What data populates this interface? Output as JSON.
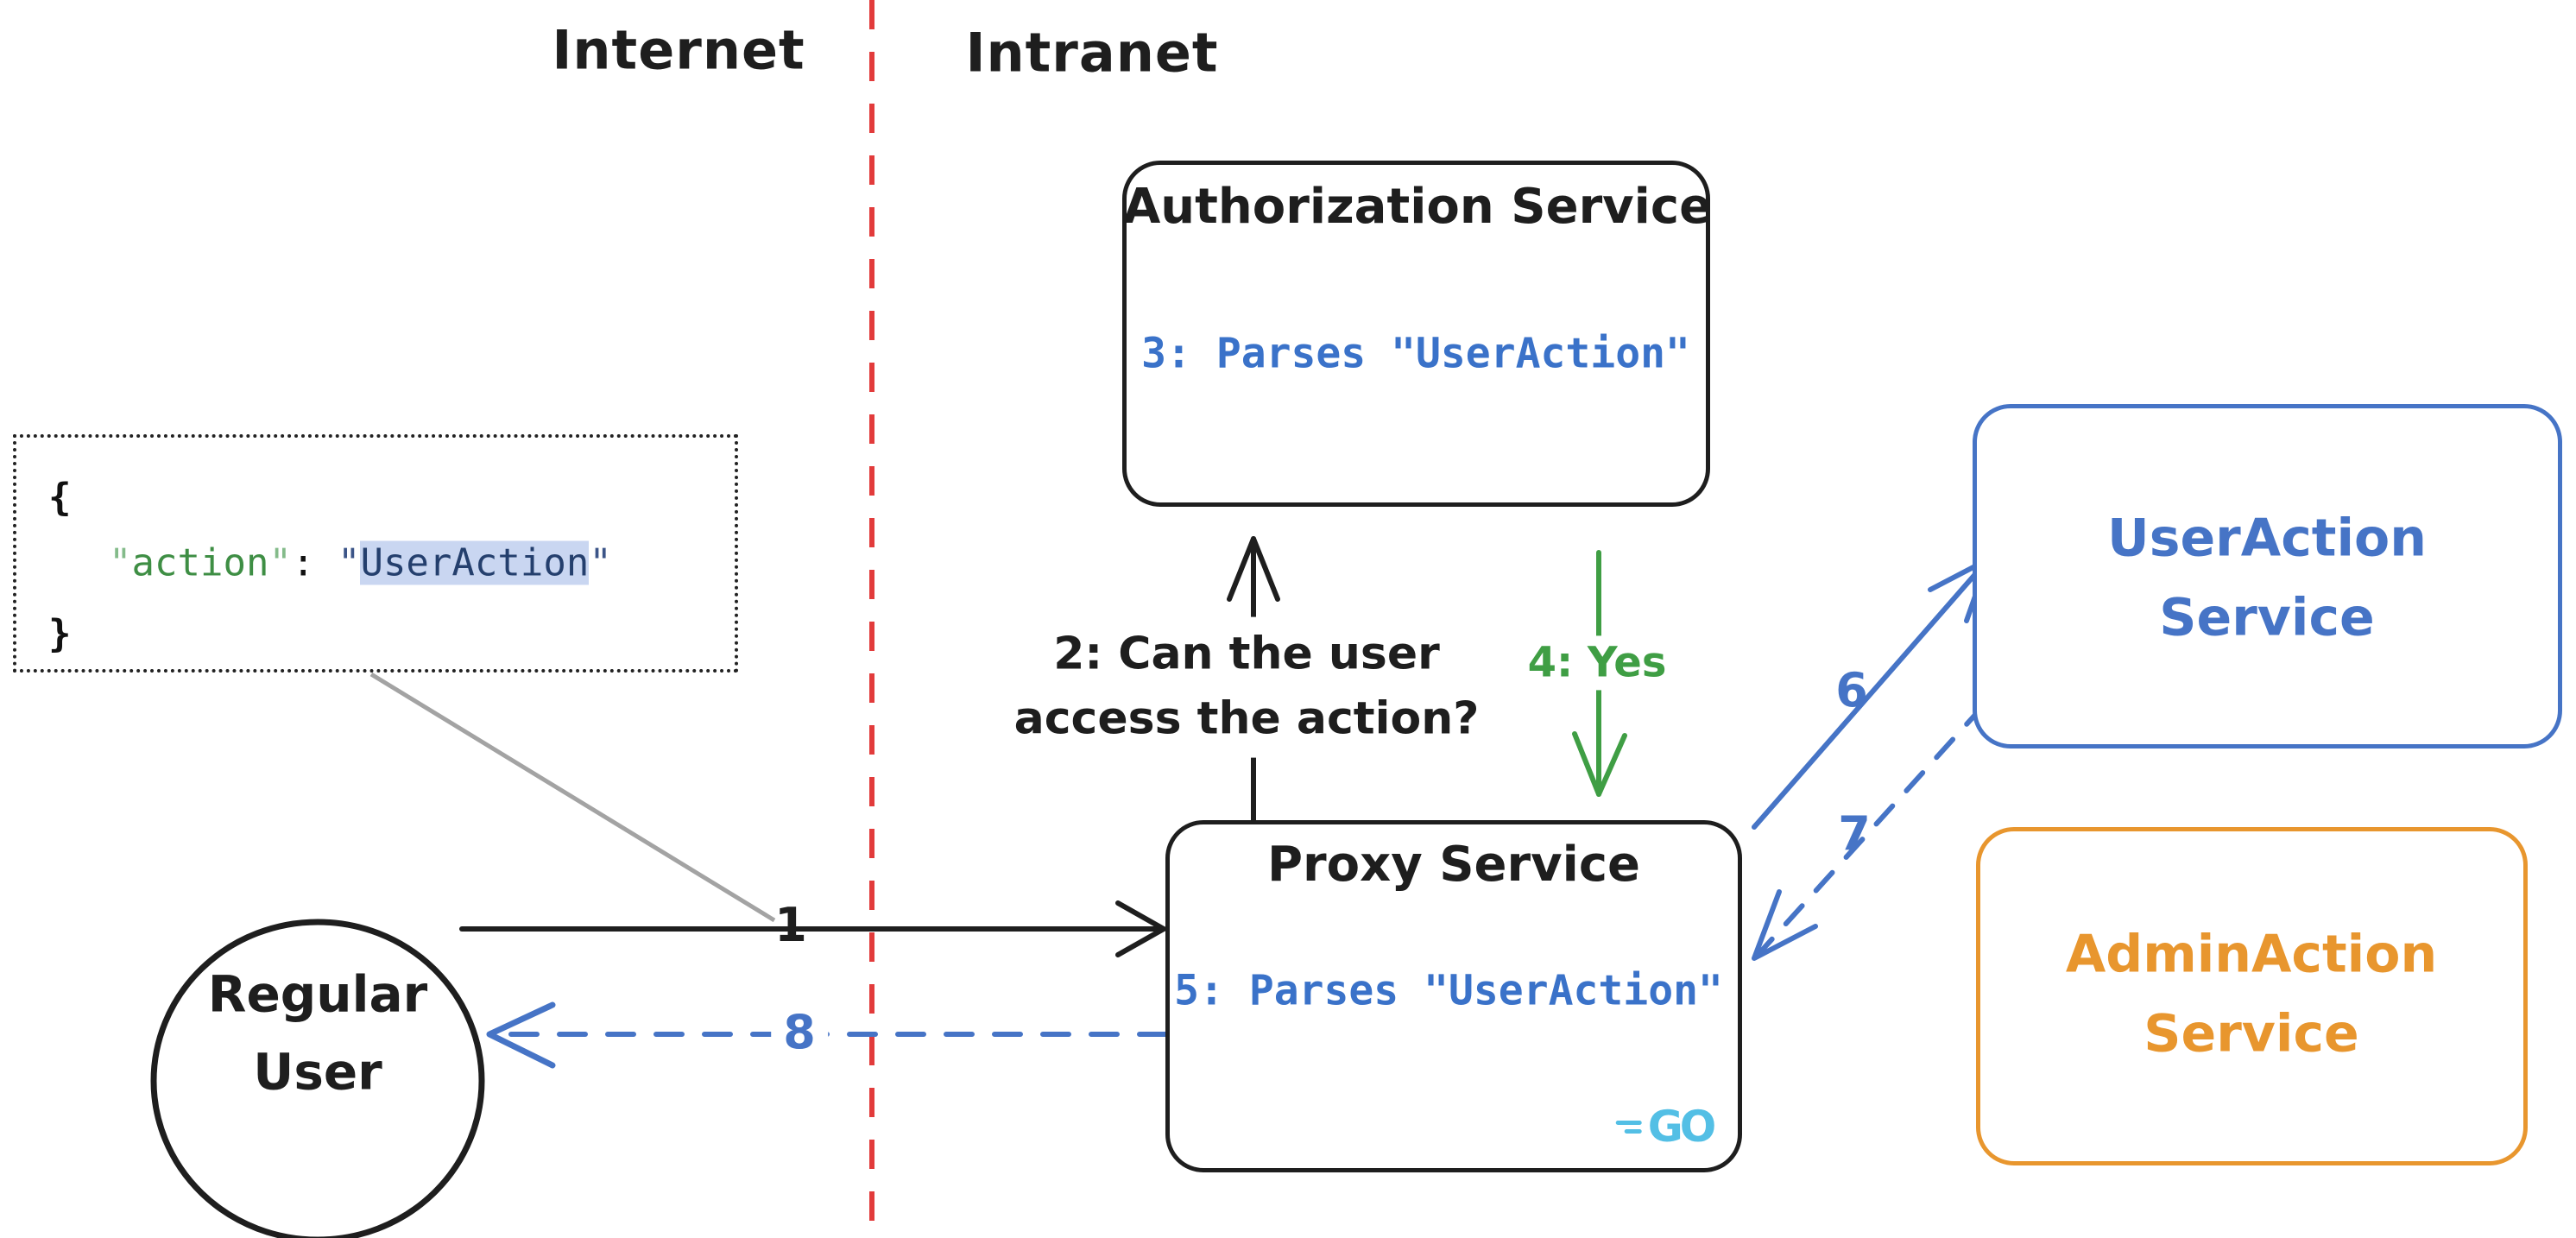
{
  "zones": {
    "internet": "Internet",
    "intranet": "Intranet"
  },
  "nodes": {
    "authorization_service": {
      "title": "Authorization Service",
      "code": "3: Parses \"UserAction\""
    },
    "proxy_service": {
      "title": "Proxy Service",
      "code": "5: Parses \"UserAction\"",
      "logo_text": "GO"
    },
    "user_action_service": {
      "title_line1": "UserAction",
      "title_line2": "Service"
    },
    "admin_action_service": {
      "title_line1": "AdminAction",
      "title_line2": "Service"
    },
    "regular_user": {
      "label_line1": "Regular",
      "label_line2": "User"
    }
  },
  "json_snippet": {
    "brace_open": "{",
    "brace_close": "}",
    "quote": "\"",
    "key": "action",
    "colon": ":",
    "value": "UserAction"
  },
  "edges": {
    "request": {
      "label": "1"
    },
    "auth_check": {
      "label_line1": "2: Can the user",
      "label_line2": "access the action?"
    },
    "auth_yes": {
      "label": "4: Yes"
    },
    "to_user_action": {
      "label": "6"
    },
    "from_user_action": {
      "label": "7"
    },
    "response": {
      "label": "8"
    }
  },
  "colors": {
    "stroke_black": "#1e1e1e",
    "hand_blue": "#4674c6",
    "code_blue": "#3a72c9",
    "green": "#3f9e44",
    "orange": "#e8962e",
    "red": "#e23b3b",
    "gray": "#a3a3a3",
    "json_key_green": "#3e8e44",
    "json_value_navy": "#243f6d",
    "json_highlight": "#c9d6f1",
    "go_cyan": "#53bfe5"
  }
}
